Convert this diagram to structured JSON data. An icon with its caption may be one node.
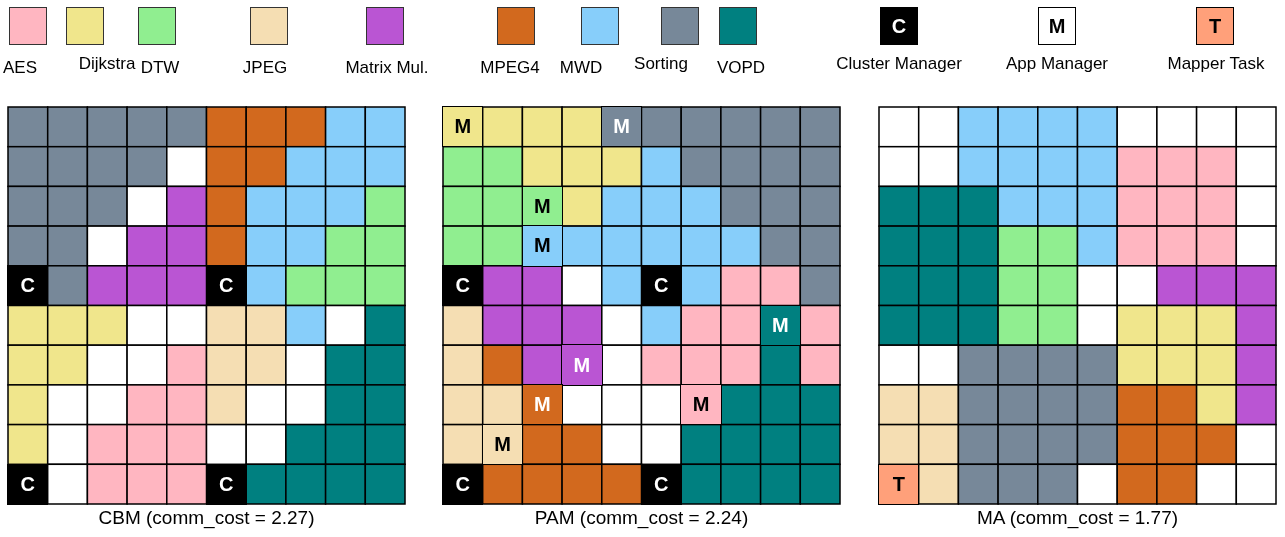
{
  "diagram": {
    "nodes": [
      {
        "text": [
          "CBM (comm_cost = 2.27)"
        ]
      },
      {
        "text": [
          "C"
        ],
        "in": 0
      },
      {
        "text": [
          "C"
        ],
        "in": 0
      },
      {
        "text": [
          "C"
        ],
        "in": 0
      },
      {
        "text": [
          "C"
        ],
        "in": 0
      },
      {
        "text": [
          "PAM (comm_cost = 2.24)"
        ]
      },
      {
        "text": [
          "M"
        ],
        "in": 5
      },
      {
        "text": [
          "M"
        ],
        "in": 5
      },
      {
        "text": [
          "M"
        ],
        "in": 5
      },
      {
        "text": [
          "M"
        ],
        "in": 5
      },
      {
        "text": [
          "C"
        ],
        "in": 5
      },
      {
        "text": [
          "C"
        ],
        "in": 5
      },
      {
        "text": [
          "M"
        ],
        "in": 5
      },
      {
        "text": [
          "M"
        ],
        "in": 5
      },
      {
        "text": [
          "M"
        ],
        "in": 5
      },
      {
        "text": [
          "M"
        ],
        "in": 5
      },
      {
        "text": [
          "M"
        ],
        "in": 5
      },
      {
        "text": [
          "C"
        ],
        "in": 5
      },
      {
        "text": [
          "C"
        ],
        "in": 5
      },
      {
        "text": [
          "MA (comm_cost = 1.77)"
        ]
      },
      {
        "text": [
          "T"
        ],
        "in": 19
      }
    ],
    "labels": [
      "C",
      "M",
      "T"
    ],
    "legend": [
      {
        "text": "AES",
        "color": "#ffb6c1"
      },
      {
        "text": "Dijkstra",
        "color": "#f0e68c"
      },
      {
        "text": "DTW",
        "color": "#90ee90"
      },
      {
        "text": "JPEG",
        "color": "#f5deb3"
      },
      {
        "text": "Matrix Mul.",
        "color": "#ba55d3"
      },
      {
        "text": "MPEG4",
        "color": "#d2691e"
      },
      {
        "text": "MWD",
        "color": "#87cefa"
      },
      {
        "text": "Sorting",
        "color": "#778899"
      },
      {
        "text": "VOPD",
        "color": "#008080"
      },
      {
        "text": "Cluster Manager"
      },
      {
        "text": "App Manager"
      },
      {
        "text": "Mapper Task"
      }
    ]
  }
}
